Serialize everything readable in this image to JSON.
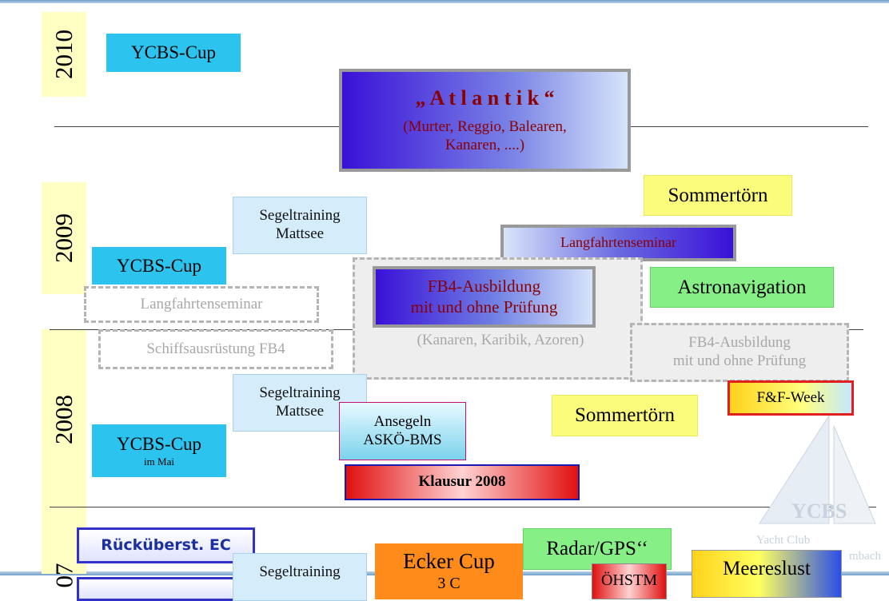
{
  "years": {
    "y2010": "2010",
    "y2009": "2009",
    "y2008": "2008",
    "y2007": "07"
  },
  "events": {
    "ycbs_2010": "YCBS-Cup",
    "atlantik_title": "„ A t l a n t i k “",
    "atlantik_line1": "(Murter, Reggio, Balearen,",
    "atlantik_line2": "Kanaren, ....)",
    "sommertoern_2009": "Sommertörn",
    "segeltraining_2009_l1": "Segeltraining",
    "segeltraining_2009_l2": "Mattsee",
    "langfahrt_2009": "Langfahrtenseminar",
    "ycbs_2009": "YCBS-Cup",
    "fb4_l1": "FB4-Ausbildung",
    "fb4_l2": "mit und ohne Prüfung",
    "astronavigation": "Astronavigation",
    "langfahrt_2008": "Langfahrtenseminar",
    "schiffsausruestung": "Schiffsausrüstung FB4",
    "kanaren_caption": "(Kanaren, Karibik, Azoren)",
    "fb4_2008_l1": "FB4-Ausbildung",
    "fb4_2008_l2": "mit und ohne Prüfung",
    "segeltraining_2008_l1": "Segeltraining",
    "segeltraining_2008_l2": "Mattsee",
    "ansegeln_l1": "Ansegeln",
    "ansegeln_l2": "ASKÖ-BMS",
    "sommertoern_2008": "Sommertörn",
    "ffweek": "F&F-Week",
    "ycbs_2008": "YCBS-Cup",
    "ycbs_2008_sub": "im Mai",
    "klausur": "Klausur 2008",
    "rueckueberst": "Rücküberst. EC",
    "segeltraining_2007": "Segeltraining",
    "ecker_l1": "Ecker Cup",
    "ecker_l2": "3 C",
    "radar": "Radar/GPS‘‘",
    "oehstm": "ÖHSTM",
    "meereslust": "Meereslust"
  },
  "logo": {
    "name": "YCBS",
    "sub": "Yacht Club",
    "partial": "mbach"
  }
}
